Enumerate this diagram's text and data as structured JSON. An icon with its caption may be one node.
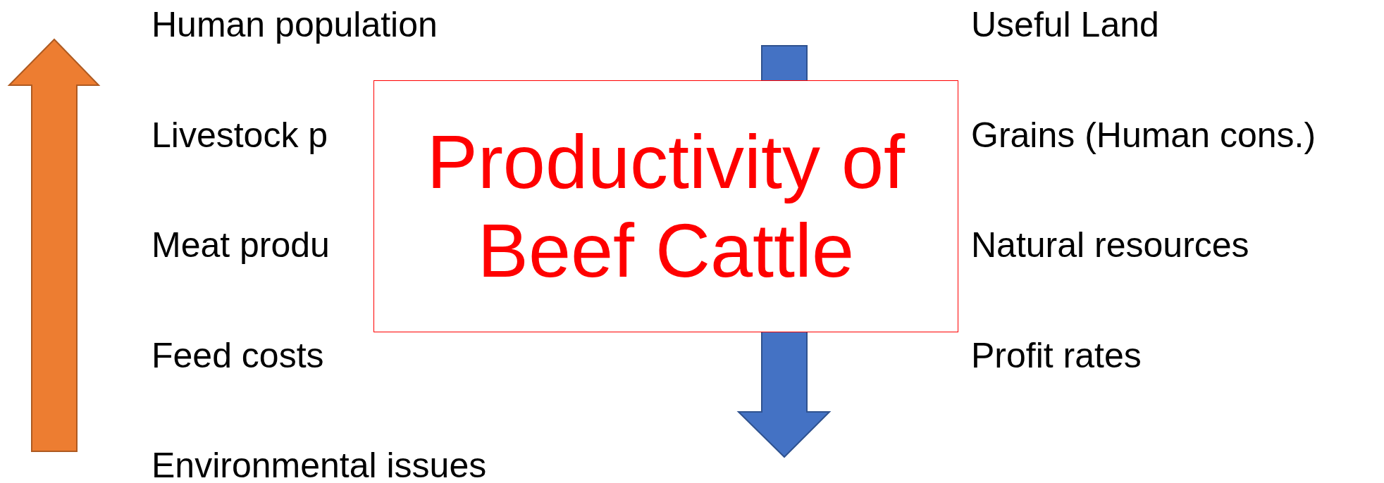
{
  "diagram": {
    "nodes": [
      {
        "text": [
          "Productivity of Beef Cattle"
        ]
      }
    ],
    "edges": [],
    "labels": [
      "Human population",
      "Useful Land",
      "Livestock p",
      "Grains (Human cons.)",
      "Meat produ",
      "Natural resources",
      "Feed costs",
      "Profit rates",
      "Environmental issues"
    ]
  }
}
